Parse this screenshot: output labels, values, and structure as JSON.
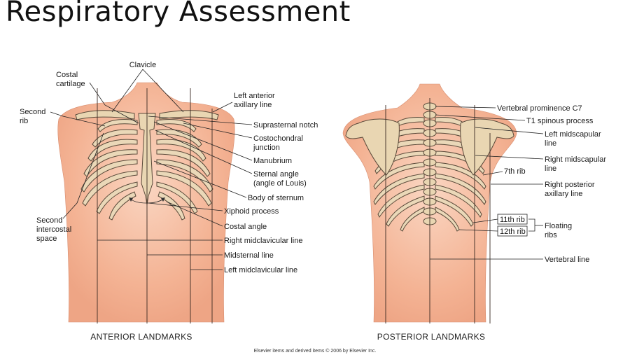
{
  "slide": {
    "title": "Respiratory Assessment"
  },
  "anterior": {
    "caption": "ANTERIOR LANDMARKS",
    "labels": {
      "clavicle": "Clavicle",
      "costal_cartilage_1": "Costal",
      "costal_cartilage_2": "cartilage",
      "second_rib_1": "Second",
      "second_rib_2": "rib",
      "left_anterior_axillary_1": "Left anterior",
      "left_anterior_axillary_2": "axillary line",
      "suprasternal_notch": "Suprasternal notch",
      "costochondral_1": "Costochondral",
      "costochondral_2": "junction",
      "manubrium": "Manubrium",
      "sternal_angle_1": "Sternal angle",
      "sternal_angle_2": "(angle of Louis)",
      "body_of_sternum": "Body of sternum",
      "xiphoid_process": "Xiphoid process",
      "costal_angle": "Costal angle",
      "second_intercostal_1": "Second",
      "second_intercostal_2": "intercostal",
      "second_intercostal_3": "space",
      "right_midclavicular": "Right midclavicular line",
      "midsternal": "Midsternal line",
      "left_midclavicular": "Left midclavicular line"
    }
  },
  "posterior": {
    "caption": "POSTERIOR LANDMARKS",
    "labels": {
      "vertebral_prominence": "Vertebral prominence C7",
      "t1_spinous": "T1 spinous process",
      "left_midscapular_1": "Left midscapular",
      "left_midscapular_2": "line",
      "right_midscapular_1": "Right midscapular",
      "right_midscapular_2": "line",
      "seventh_rib": "7th rib",
      "right_posterior_axillary_1": "Right posterior",
      "right_posterior_axillary_2": "axillary line",
      "eleventh_rib": "11th rib",
      "twelfth_rib": "12th rib",
      "floating_ribs_1": "Floating",
      "floating_ribs_2": "ribs",
      "vertebral_line": "Vertebral line"
    }
  },
  "footer": {
    "copyright": "Elsevier items and derived items © 2006 by Elsevier Inc."
  },
  "colors": {
    "skin": "#f4b394",
    "skin_light": "#f9d3bd",
    "bone": "#e9d6b2"
  }
}
